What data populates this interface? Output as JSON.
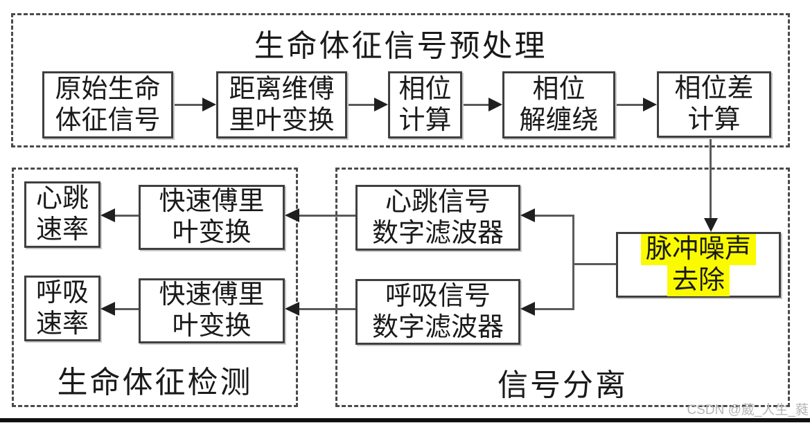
{
  "diagram": {
    "preprocessing": {
      "title": "生命体征信号预处理",
      "boxes": {
        "raw": {
          "line1": "原始生命",
          "line2": "体征信号"
        },
        "range_fft": {
          "line1": "距离维傅",
          "line2": "里叶变换"
        },
        "phase_calc": {
          "line1": "相位",
          "line2": "计算"
        },
        "phase_unwrap": {
          "line1": "相位",
          "line2": "解缠绕"
        },
        "phase_diff": {
          "line1": "相位差",
          "line2": "计算"
        }
      }
    },
    "vital_detection": {
      "label": "生命体征检测",
      "boxes": {
        "heart_rate": {
          "line1": "心跳",
          "line2": "速率"
        },
        "fft_heart": {
          "line1": "快速傅里",
          "line2": "叶变换"
        },
        "breath_rate": {
          "line1": "呼吸",
          "line2": "速率"
        },
        "fft_breath": {
          "line1": "快速傅里",
          "line2": "叶变换"
        }
      }
    },
    "signal_separation": {
      "label": "信号分离",
      "boxes": {
        "heart_filter": {
          "line1": "心跳信号",
          "line2": "数字滤波器"
        },
        "breath_filter": {
          "line1": "呼吸信号",
          "line2": "数字滤波器"
        },
        "pulse_noise": {
          "line1": "脉冲噪声",
          "line2": "去除",
          "highlighted": true
        }
      }
    }
  },
  "watermark": "CSDN @葳_人生_蕤",
  "colors": {
    "highlight": "#fbfb00",
    "box_border": "#3f3f3f",
    "dashed_border": "#4a4a4a",
    "text": "#1a1a1a",
    "connector_line": "#5a5a5a",
    "arrow_head": "#1f1f1f",
    "watermark_text": "#b5b5b5"
  }
}
